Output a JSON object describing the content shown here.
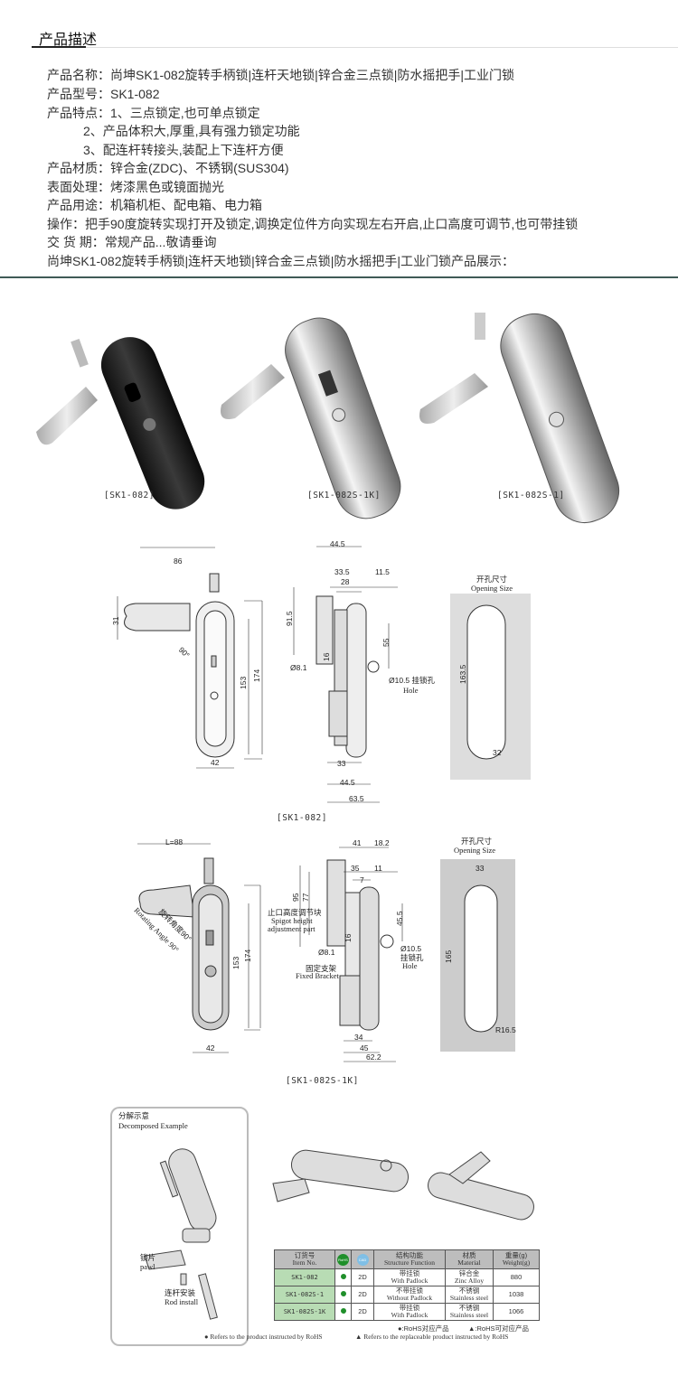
{
  "section_title": "产品描述",
  "description": [
    "产品名称：尚坤SK1-082旋转手柄锁|连杆天地锁|锌合金三点锁|防水摇把手|工业门锁",
    "产品型号：SK1-082",
    "产品特点：1、三点锁定,也可单点锁定",
    "2、产品体积大,厚重,具有强力锁定功能",
    "3、配连杆转接头,装配上下连杆方便",
    "产品材质：锌合金(ZDC)、不锈钢(SUS304)",
    "表面处理：烤漆黑色或镜面抛光",
    "产品用途：机箱机柜、配电箱、电力箱",
    "操作：把手90度旋转实现打开及锁定,调换定位件方向实现左右开启,止口高度可调节,也可带挂锁",
    "交 货 期：常规产品...敬请垂询",
    "尚坤SK1-082旋转手柄锁|连杆天地锁|锌合金三点锁|防水摇把手|工业门锁产品展示："
  ],
  "photos": [
    {
      "caption": "[SK1-082]"
    },
    {
      "caption": "[SK1-082S-1K]"
    },
    {
      "caption": "[SK1-082S-1]"
    }
  ],
  "drawing1": {
    "caption": "[SK1-082]",
    "dims": [
      "86",
      "31",
      "90°",
      "153",
      "174",
      "42",
      "44.5",
      "33.5",
      "28",
      "11.5",
      "91.5",
      "55",
      "16",
      "Ø8.1",
      "Ø10.5 挂锁孔",
      "Hole",
      "33",
      "44.5",
      "63.5",
      "163.5",
      "32"
    ],
    "opening_cn": "开孔尺寸",
    "opening_en": "Opening Size"
  },
  "drawing2": {
    "caption": "[SK1-082S-1K]",
    "dims": [
      "L=88",
      "旋转角度90°",
      "Rotating Angle 90°",
      "153",
      "174",
      "42",
      "41",
      "18.2",
      "35",
      "11",
      "7",
      "95",
      "77",
      "止口高度调节块",
      "Spigot height",
      "adjustment part",
      "45.5",
      "16",
      "Ø8.1",
      "Ø10.5",
      "挂锁孔",
      "Hole",
      "固定支架",
      "Fixed Bracket",
      "34",
      "45",
      "62.2",
      "33",
      "165",
      "R16.5"
    ],
    "opening_cn": "开孔尺寸",
    "opening_en": "Opening Size"
  },
  "exploded": {
    "title_cn": "分解示意",
    "title_en": "Decomposed Example",
    "pawl_cn": "锁片",
    "pawl_en": "pawl",
    "rod_cn": "连杆安装",
    "rod_en": "Rod install"
  },
  "table": {
    "headers": [
      {
        "cn": "订货号",
        "en": "Item No."
      },
      {
        "cn": "RoHS",
        "en": ""
      },
      {
        "cn": "CAD",
        "en": ""
      },
      {
        "cn": "结构功能",
        "en": "Structure Function"
      },
      {
        "cn": "材质",
        "en": "Material"
      },
      {
        "cn": "重量(g)",
        "en": "Weight(g)"
      }
    ],
    "rows": [
      {
        "item": "SK1-082",
        "cad": "2D",
        "func_cn": "带挂锁",
        "func_en": "With Padlock",
        "mat_cn": "锌合金",
        "mat_en": "Zinc Alloy",
        "weight": "880"
      },
      {
        "item": "SK1-082S-1",
        "cad": "2D",
        "func_cn": "不带挂锁",
        "func_en": "Without Padlock",
        "mat_cn": "不锈钢",
        "mat_en": "Stainless steel",
        "weight": "1038"
      },
      {
        "item": "SK1-082S-1K",
        "cad": "2D",
        "func_cn": "带挂锁",
        "func_en": "With Padlock",
        "mat_cn": "不锈钢",
        "mat_en": "Stainless steel",
        "weight": "1066"
      }
    ],
    "legend_cn1": "●:RoHS对应产品",
    "legend_cn2": "▲:RoHS可对应产品",
    "legend_en1": "● Refers to the product instructed by RoHS",
    "legend_en2": "▲ Refers to the replaceable product instructed by RoHS"
  },
  "colors": {
    "accent_line": "#3f5a56",
    "rohs_green": "#1f8f2a",
    "item_cell": "#b8dcb4"
  }
}
